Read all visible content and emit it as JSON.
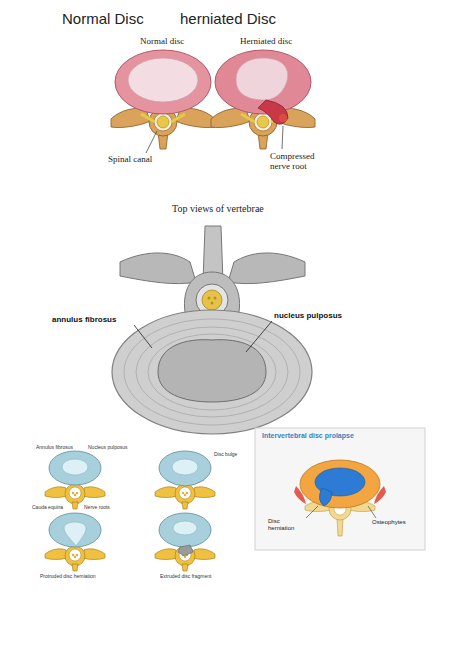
{
  "diagram": {
    "nodes": [
      {
        "text": [
          "Intervertebral disc prolapse"
        ]
      }
    ],
    "labels": [
      "Normal Disc",
      "herniated Disc",
      "Normal disc",
      "Herniated disc",
      "Spinal canal",
      "Compressed nerve root",
      "Top views of vertebrae",
      "annulus fibrosus",
      "nucleus pulposus",
      "Annulus fibrosus",
      "Nucleus pulposus",
      "Cauda equina",
      "Nerve roots",
      "Disc bulge",
      "Protruded disc herniation",
      "Extruded disc fragment",
      "Disc herniation",
      "Osteophytes"
    ]
  }
}
